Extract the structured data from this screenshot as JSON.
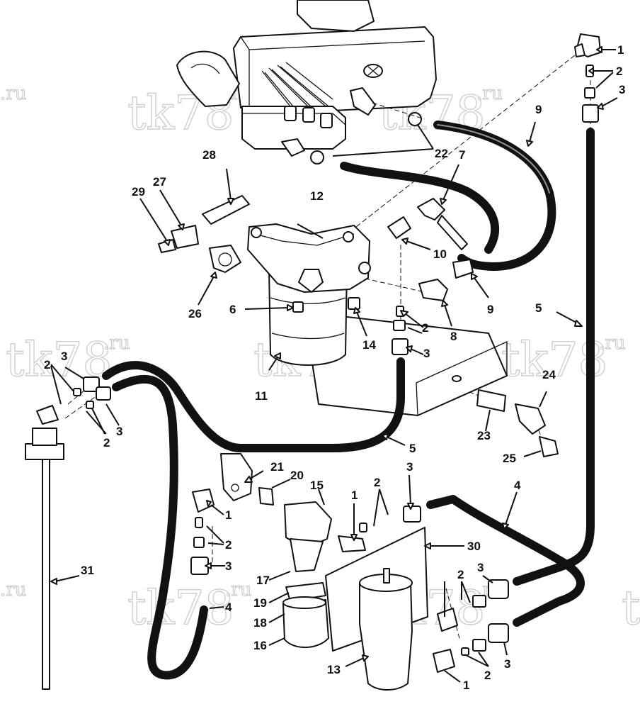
{
  "watermark": {
    "text": "tk78",
    "suffix": ".ru"
  },
  "callouts": {
    "n1": "1",
    "n2": "2",
    "n3": "3",
    "n4": "4",
    "n5": "5",
    "n6": "6",
    "n7": "7",
    "n8": "8",
    "n9": "9",
    "n10": "10",
    "n11": "11",
    "n12": "12",
    "n13": "13",
    "n14": "14",
    "n15": "15",
    "n16": "16",
    "n17": "17",
    "n18": "18",
    "n19": "19",
    "n20": "20",
    "n21": "21",
    "n22": "22",
    "n23": "23",
    "n24": "24",
    "n25": "25",
    "n26": "26",
    "n27": "27",
    "n28": "28",
    "n29": "29",
    "n30": "30",
    "n31": "31"
  }
}
